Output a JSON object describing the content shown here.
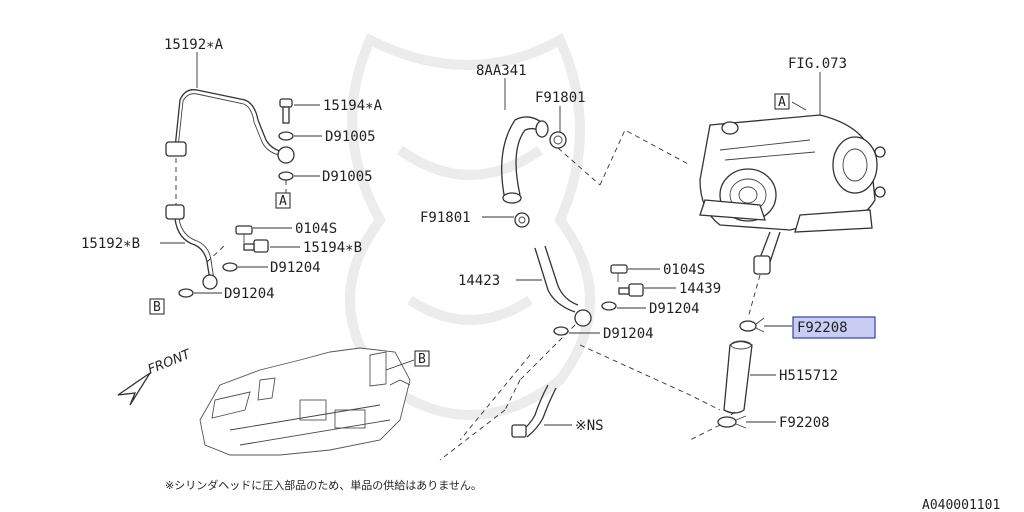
{
  "labels": {
    "p15192a": "15192∗A",
    "p15194a": "15194∗A",
    "d91005_top": "D91005",
    "d91005_bottom": "D91005",
    "p15192b": "15192∗B",
    "p0104s_left": "0104S",
    "p15194b": "15194∗B",
    "d91204_left1": "D91204",
    "d91204_left2": "D91204",
    "p8aa341": "8AA341",
    "f91801_top": "F91801",
    "f91801_left": "F91801",
    "p14423": "14423",
    "p0104s_mid": "0104S",
    "p14439": "14439",
    "d91204_mid1": "D91204",
    "d91204_mid2": "D91204",
    "fig073": "FIG.073",
    "f92208_top": "F92208",
    "h515712": "H515712",
    "f92208_bottom": "F92208",
    "ns": "※NS"
  },
  "refs": {
    "a_top": "A",
    "a_right": "A",
    "b_left": "B",
    "b_engine": "B"
  },
  "front_label": "FRONT",
  "footnote": "※シリンダヘッドに圧入部品のため、単品の供給はありません。",
  "diagram_code": "A040001101",
  "highlight_color": "#c9cdf2"
}
